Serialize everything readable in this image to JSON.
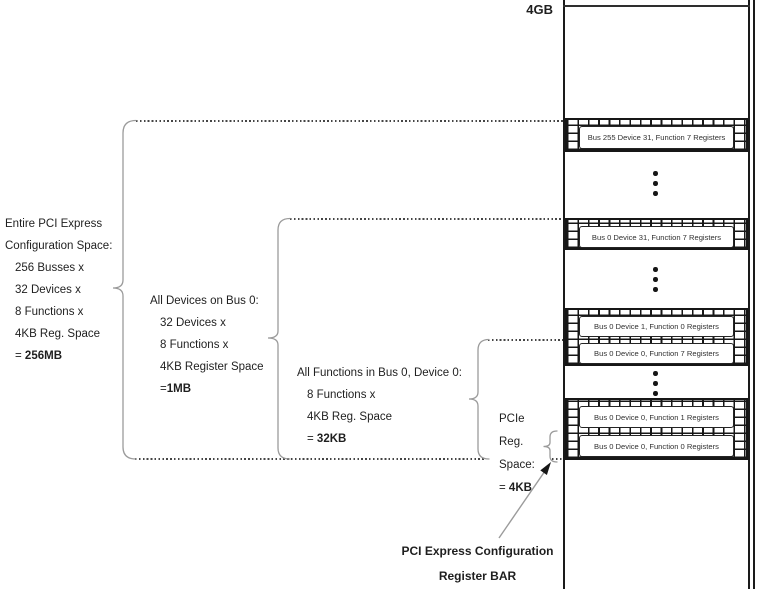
{
  "colors": {
    "ink": "#1a1a1a",
    "brace": "#9b9b9b",
    "dash": "#454545",
    "register_text": "#303030"
  },
  "top_address": "4GB",
  "annotation_blocks": {
    "entire": {
      "title": [
        "Entire PCI Express",
        "Configuration Space:"
      ],
      "items": [
        "256 Busses x",
        "32 Devices x",
        "8 Functions x",
        "4KB Reg. Space"
      ],
      "total_eq": "= ",
      "total_value": "256MB"
    },
    "bus0": {
      "title": [
        "All Devices on Bus 0:"
      ],
      "items": [
        "32 Devices x",
        "8 Functions x",
        "4KB Register Space"
      ],
      "total_eq": "=",
      "total_value": "1MB"
    },
    "dev0": {
      "title": [
        "All Functions in Bus 0, Device 0:"
      ],
      "items": [
        "8 Functions x",
        "4KB Reg. Space"
      ],
      "total_eq": "= ",
      "total_value": "32KB"
    },
    "pcie": {
      "lines": [
        "PCIe",
        "Reg.",
        "Space:"
      ],
      "total_eq": "= ",
      "total_value": "4KB"
    }
  },
  "bar_pointer": {
    "label_line1": "PCI Express Configuration",
    "label_line2": "Register BAR"
  },
  "memory_map": {
    "registers": [
      "Bus 255 Device 31, Function 7 Registers",
      "Bus 0 Device 31, Function 7 Registers",
      "Bus 0 Device 1, Function 0 Registers",
      "Bus 0 Device 0, Function 7 Registers",
      "Bus 0 Device 0, Function 1 Registers",
      "Bus 0 Device 0, Function 0 Registers"
    ]
  }
}
